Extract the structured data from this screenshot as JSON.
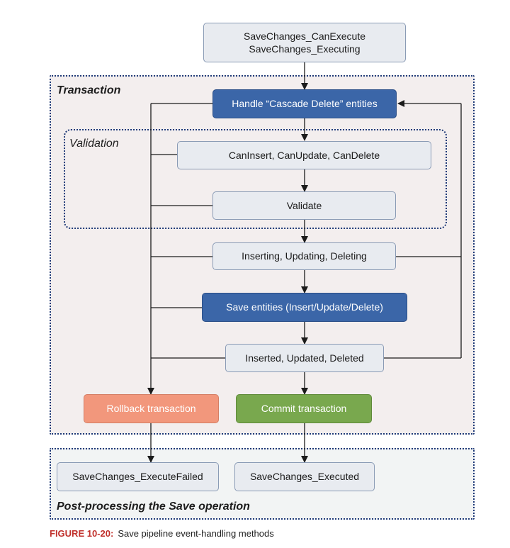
{
  "start": {
    "line1": "SaveChanges_CanExecute",
    "line2": "SaveChanges_Executing"
  },
  "transaction": {
    "title": "Transaction",
    "handle_cascade": "Handle “Cascade Delete” entities",
    "inserting": "Inserting, Updating, Deleting",
    "save_entities": "Save entities (Insert/Update/Delete)",
    "inserted": "Inserted, Updated, Deleted",
    "rollback": "Rollback transaction",
    "commit": "Commit transaction"
  },
  "validation": {
    "title": "Validation",
    "can_insert": "CanInsert, CanUpdate, CanDelete",
    "validate": "Validate"
  },
  "postprocessing": {
    "title": "Post-processing the Save operation",
    "execute_failed": "SaveChanges_ExecuteFailed",
    "executed": "SaveChanges_Executed"
  },
  "caption": {
    "label": "FIGURE 10-20:",
    "text": "Save pipeline event-handling methods"
  },
  "colors": {
    "blue": "#3b66a8",
    "salmon": "#f2977c",
    "green": "#79a84e",
    "gray": "#e8ebf0",
    "region_border": "#1f3a78"
  }
}
